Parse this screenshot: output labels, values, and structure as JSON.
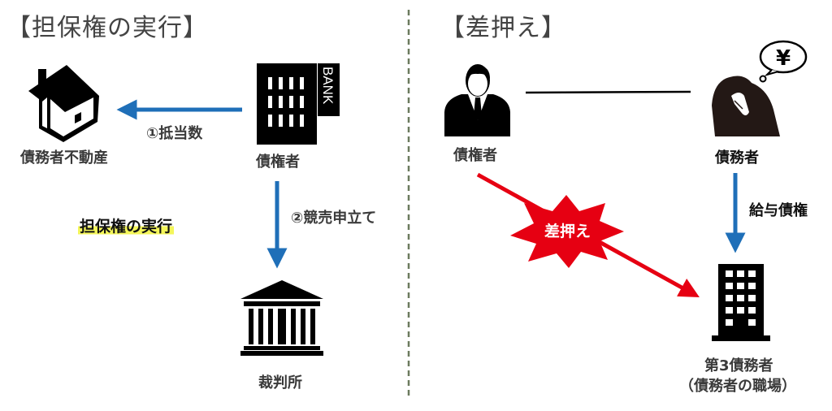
{
  "left": {
    "title": "【担保権の実行】",
    "property_label": "債務者不動産",
    "mortgage_label": "①抵当数",
    "creditor_label": "債権者",
    "bank_sign": "BANK",
    "auction_label": "②競売申立て",
    "highlight_label": "担保権の実行",
    "court_label": "裁判所"
  },
  "right": {
    "title": "【差押え】",
    "creditor_label": "債権者",
    "debtor_label": "債務者",
    "yen_symbol": "¥",
    "salary_label": "給与債権",
    "seizure_label": "差押え",
    "third_debtor_label": "第3債務者",
    "third_debtor_note": "（債務者の職場）"
  },
  "colors": {
    "arrow_blue": "#1f6fb8",
    "seizure_red": "#e60012",
    "divider": "#6b7a5e",
    "highlight": "#f4f65a"
  }
}
